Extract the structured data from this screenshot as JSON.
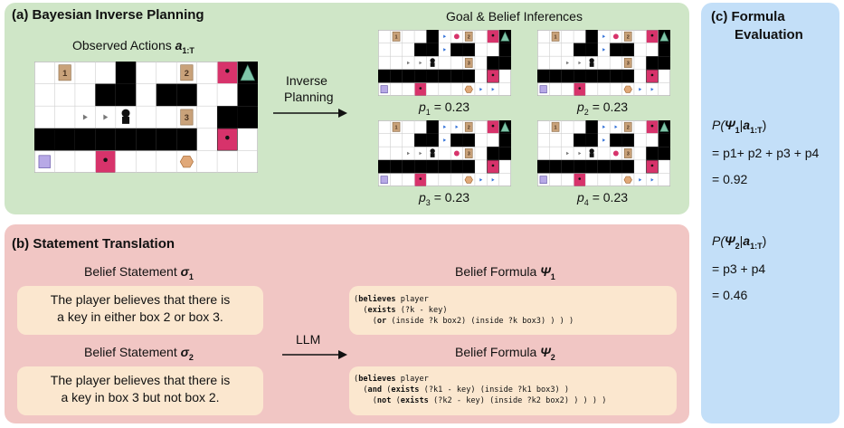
{
  "panel_a": {
    "title": "(a) Bayesian Inverse Planning",
    "observed_label": "Observed Actions",
    "observed_sym": "a",
    "observed_sub": "1:T",
    "arrow_label_1": "Inverse",
    "arrow_label_2": "Planning",
    "inferences_title": "Goal & Belief Inferences",
    "box_labels": [
      "1",
      "2",
      "3"
    ],
    "hypotheses": [
      {
        "var": "p",
        "sub": "1",
        "eq": " = 0.23"
      },
      {
        "var": "p",
        "sub": "2",
        "eq": " = 0.23"
      },
      {
        "var": "p",
        "sub": "3",
        "eq": " = 0.23"
      },
      {
        "var": "p",
        "sub": "4",
        "eq": " = 0.23"
      }
    ]
  },
  "panel_b": {
    "title": "(b) Statement Translation",
    "llm_label": "LLM",
    "statements": [
      {
        "heading": "Belief Statement",
        "sym": "σ",
        "sub": "1",
        "line1": "The player believes that there is",
        "line2": "a key in either box 2 or box 3.",
        "formula_heading": "Belief Formula",
        "formula_sym": "Ψ",
        "formula_sub": "1",
        "code": [
          [
            {
              "t": "(",
              "b": false
            },
            {
              "t": "believes",
              "b": true
            },
            {
              "t": " player",
              "b": false
            }
          ],
          [
            {
              "t": "  (",
              "b": false
            },
            {
              "t": "exists",
              "b": true
            },
            {
              "t": " (?k - key)",
              "b": false
            }
          ],
          [
            {
              "t": "    (",
              "b": false
            },
            {
              "t": "or",
              "b": true
            },
            {
              "t": " (inside ?k box2) (inside ?k box3) ) ) )",
              "b": false
            }
          ]
        ]
      },
      {
        "heading": "Belief Statement",
        "sym": "σ",
        "sub": "2",
        "line1": "The player believes that there is",
        "line2": "a key in box 3 but not box 2.",
        "formula_heading": "Belief Formula",
        "formula_sym": "Ψ",
        "formula_sub": "2",
        "code": [
          [
            {
              "t": "(",
              "b": false
            },
            {
              "t": "believes",
              "b": true
            },
            {
              "t": " player",
              "b": false
            }
          ],
          [
            {
              "t": "  (",
              "b": false
            },
            {
              "t": "and",
              "b": true
            },
            {
              "t": " (",
              "b": false
            },
            {
              "t": "exists",
              "b": true
            },
            {
              "t": " (?k1 - key) (inside ?k1 box3) )",
              "b": false
            }
          ],
          [
            {
              "t": "    (",
              "b": false
            },
            {
              "t": "not",
              "b": true
            },
            {
              "t": " (",
              "b": false
            },
            {
              "t": "exists",
              "b": true
            },
            {
              "t": " (?k2 - key) (inside ?k2 box2) ) ) ) )",
              "b": false
            }
          ]
        ]
      }
    ]
  },
  "panel_c": {
    "title_line1": "(c) Formula",
    "title_line2": "Evaluation",
    "prob1": {
      "lhs_p": "P(",
      "lhs_psi": "Ψ",
      "lhs_sub": "1",
      "lhs_bar": "|",
      "lhs_a": "a",
      "lhs_asub": "1:T",
      "lhs_close": ")",
      "rhs": "= p1+ p2 + p3 + p4",
      "value": "= 0.92"
    },
    "prob2": {
      "lhs_p": "P(",
      "lhs_psi": "Ψ",
      "lhs_sub": "2",
      "lhs_bar": "|",
      "lhs_a": "a",
      "lhs_asub": "1:T",
      "lhs_close": ")",
      "rhs": "= p3 + p4",
      "value": "= 0.46"
    }
  },
  "colors": {
    "panel_a": "#cfe6c7",
    "panel_b": "#f1c6c4",
    "panel_c": "#c3dff8",
    "wall": "#000000",
    "door": "#d7336b",
    "box": "#c9a27a",
    "gem": "#e0a878",
    "goal_gem": "#7fc5a8",
    "start_gem": "#b7a9e6",
    "path": "#2f6fd8",
    "text_box": "#fbe7cf"
  },
  "icons": [
    "player-icon",
    "door-lock-icon",
    "gem-icon",
    "box-icon",
    "path-arrow-icon",
    "key-icon"
  ]
}
